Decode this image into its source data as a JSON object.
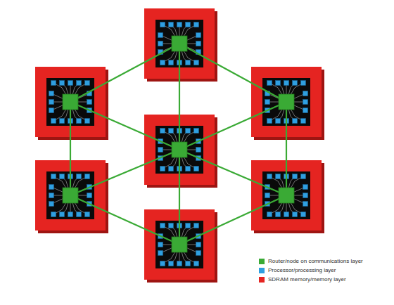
{
  "diagram": {
    "legend": [
      {
        "text": "Router/node on communications layer",
        "color": "#3aaa35"
      },
      {
        "text": "Processor/processing layer",
        "color": "#2f9fe0"
      },
      {
        "text": "SDRAM memory/memory layer",
        "color": "#e52421"
      }
    ]
  }
}
